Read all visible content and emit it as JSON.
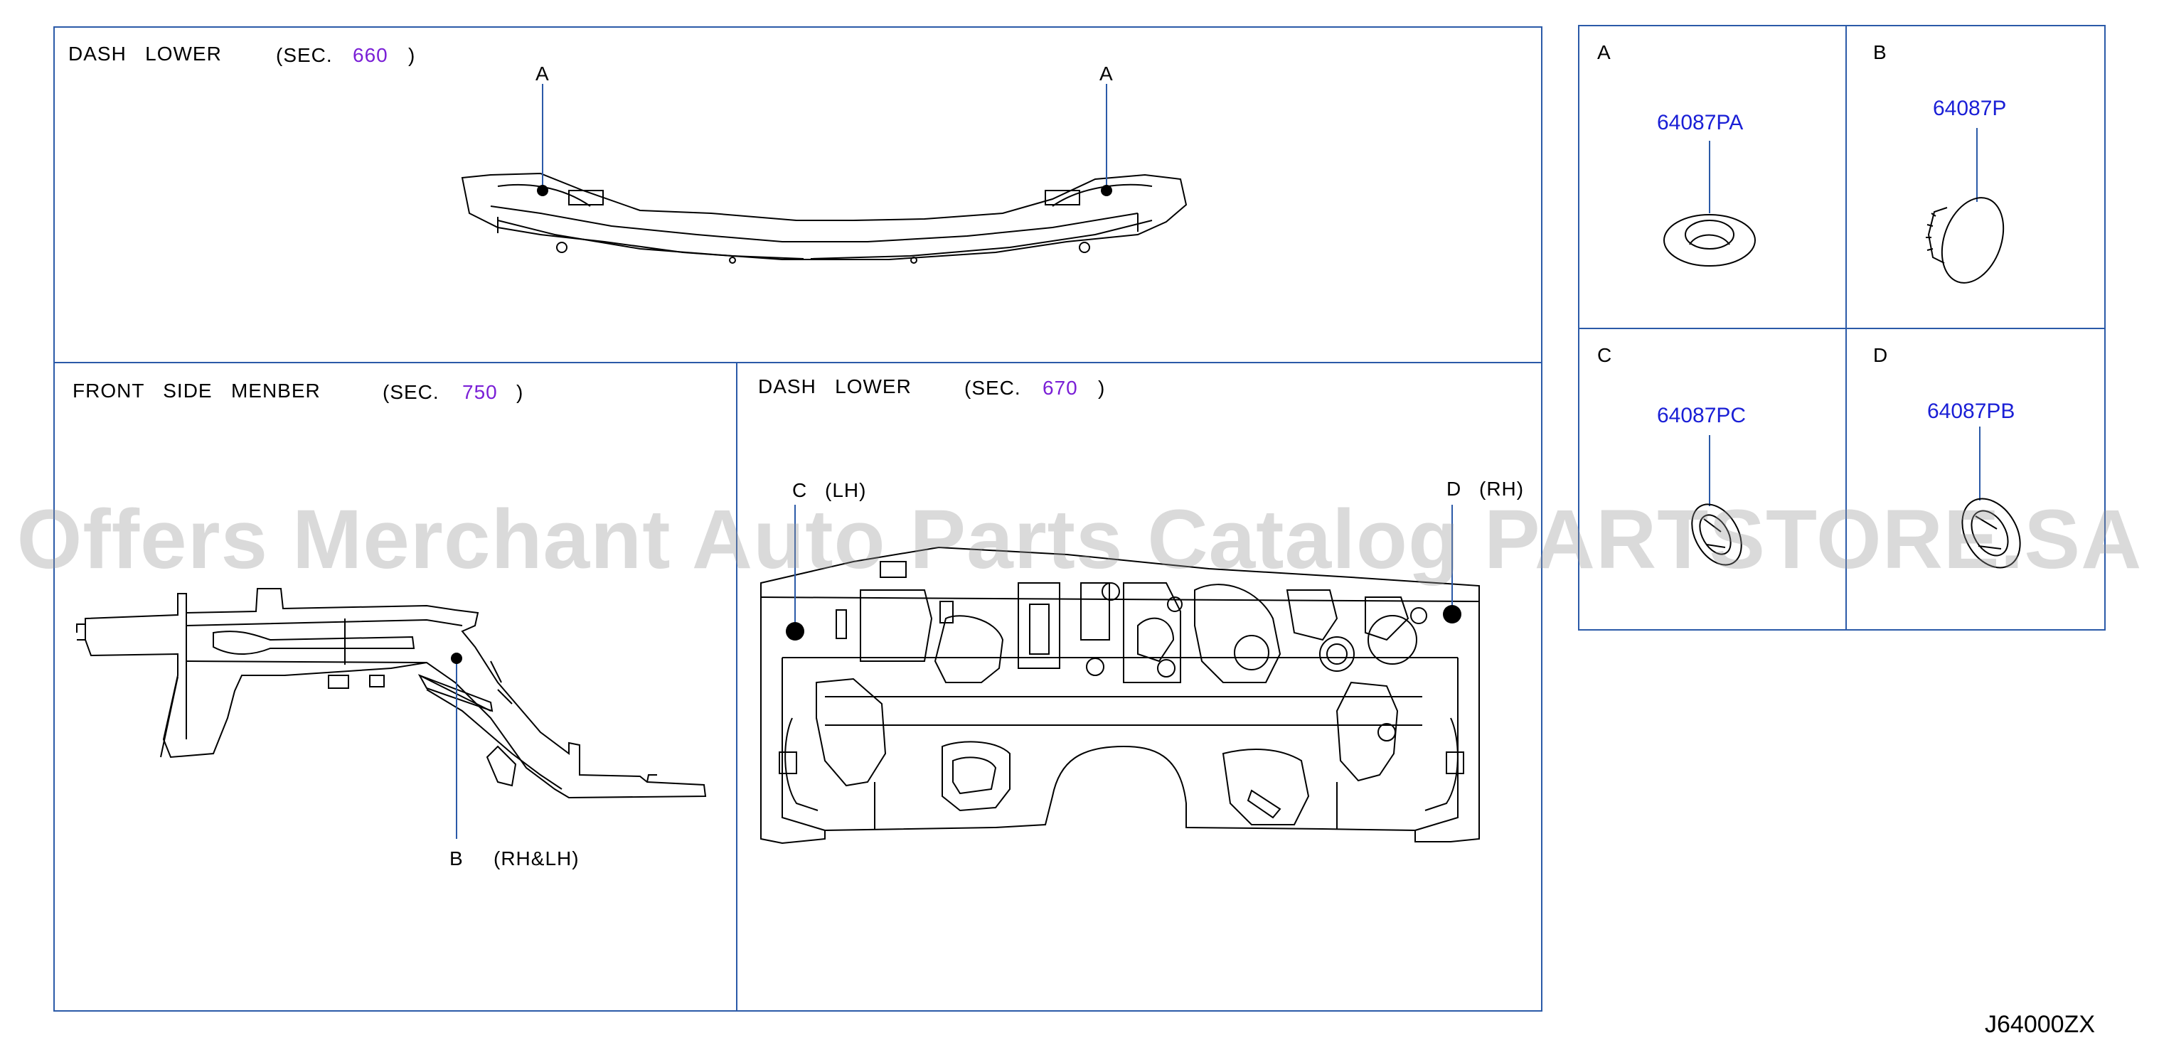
{
  "panels": {
    "dash_lower_top": {
      "title": "DASH   LOWER",
      "sec_prefix": "(SEC.",
      "sec_number": "660",
      "sec_suffix": ")",
      "callouts": [
        "A",
        "A"
      ]
    },
    "front_side_member": {
      "title": "FRONT   SIDE   MENBER",
      "sec_prefix": "(SEC.",
      "sec_number": "750",
      "sec_suffix": ")",
      "callout": "B",
      "callout_note": "(RH&LH)"
    },
    "dash_lower_bottom": {
      "title": "DASH   LOWER",
      "sec_prefix": "(SEC.",
      "sec_number": "670",
      "sec_suffix": ")",
      "callout_left": "C",
      "callout_left_note": "(LH)",
      "callout_right": "D",
      "callout_right_note": "(RH)"
    }
  },
  "parts_grid": [
    {
      "letter": "A",
      "part_number": "64087PA"
    },
    {
      "letter": "B",
      "part_number": "64087P"
    },
    {
      "letter": "C",
      "part_number": "64087PC"
    },
    {
      "letter": "D",
      "part_number": "64087PB"
    }
  ],
  "watermark": "Offers Merchant Auto Parts Catalog PARTSTORE.SA",
  "diagram_code": "J64000ZX",
  "colors": {
    "frame": "#2b5aa8",
    "sec_number": "#7a1fd6",
    "part_number": "#1a1fd6",
    "leader": "#2b5aa8"
  }
}
